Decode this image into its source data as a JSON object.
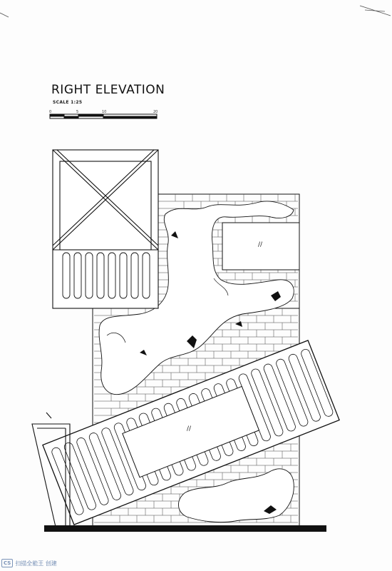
{
  "drawing": {
    "title": "RIGHT ELEVATION",
    "scale_label": "SCALE 1:25",
    "scale_ticks": [
      "0",
      "5",
      "10",
      "20"
    ]
  },
  "glazing_marks": {
    "upper_window": "//",
    "tilted_panel": "//"
  },
  "watermark": {
    "logo": "CS",
    "text": "扫描全能王 创建"
  },
  "colors": {
    "ink": "#111111",
    "paper": "#fdfdfd",
    "watermark": "#7a93b8"
  }
}
